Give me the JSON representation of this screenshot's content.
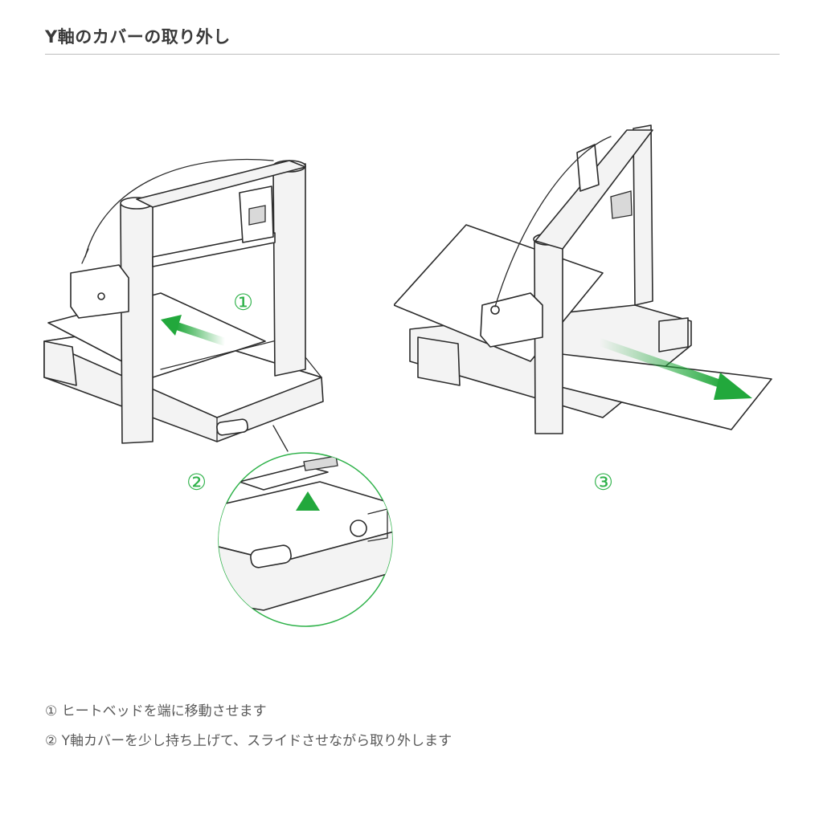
{
  "page": {
    "title": "Y軸のカバーの取り外し"
  },
  "steps": {
    "label_1": "①",
    "label_2": "②",
    "label_3": "③"
  },
  "instructions": [
    {
      "text": "① ヒートベッドを端に移動させます"
    },
    {
      "text": "② Y軸カバーを少し持ち上げて、スライドさせながら取り外します"
    }
  ],
  "colors": {
    "arrow_green": "#22a83c",
    "label_green": "#2fb24a",
    "rule_gray": "#bdbdbd",
    "line_art": "#2b2b2b"
  },
  "icons": {
    "printer_left": "3d-printer-icon",
    "printer_right": "3d-printer-icon",
    "arrow_left": "arrow-left-icon",
    "arrow_up": "arrow-up-icon",
    "arrow_right": "arrow-right-icon"
  }
}
